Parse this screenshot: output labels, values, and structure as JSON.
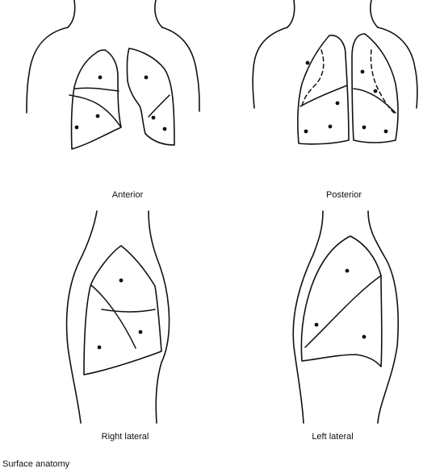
{
  "labels": {
    "anterior": "Anterior",
    "posterior": "Posterior",
    "right_lateral": "Right lateral",
    "left_lateral": "Left lateral"
  },
  "caption": "Surface anatomy",
  "colors": {
    "line": "#111111",
    "background": "#ffffff"
  }
}
